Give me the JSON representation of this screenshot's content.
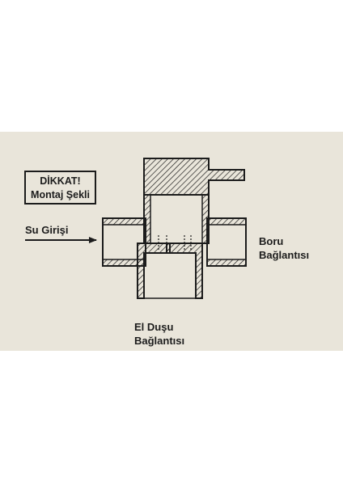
{
  "notice": {
    "line1": "DİKKAT!",
    "line2": "Montaj Şekli"
  },
  "labels": {
    "water_inlet": "Su Girişi",
    "pipe_connection_line1": "Boru",
    "pipe_connection_line2": "Bağlantısı",
    "hand_shower_line1": "El Duşu",
    "hand_shower_line2": "Bağlantısı"
  },
  "colors": {
    "paper": "#e9e5da",
    "ink": "#1c1c1c",
    "background": "#ffffff"
  }
}
